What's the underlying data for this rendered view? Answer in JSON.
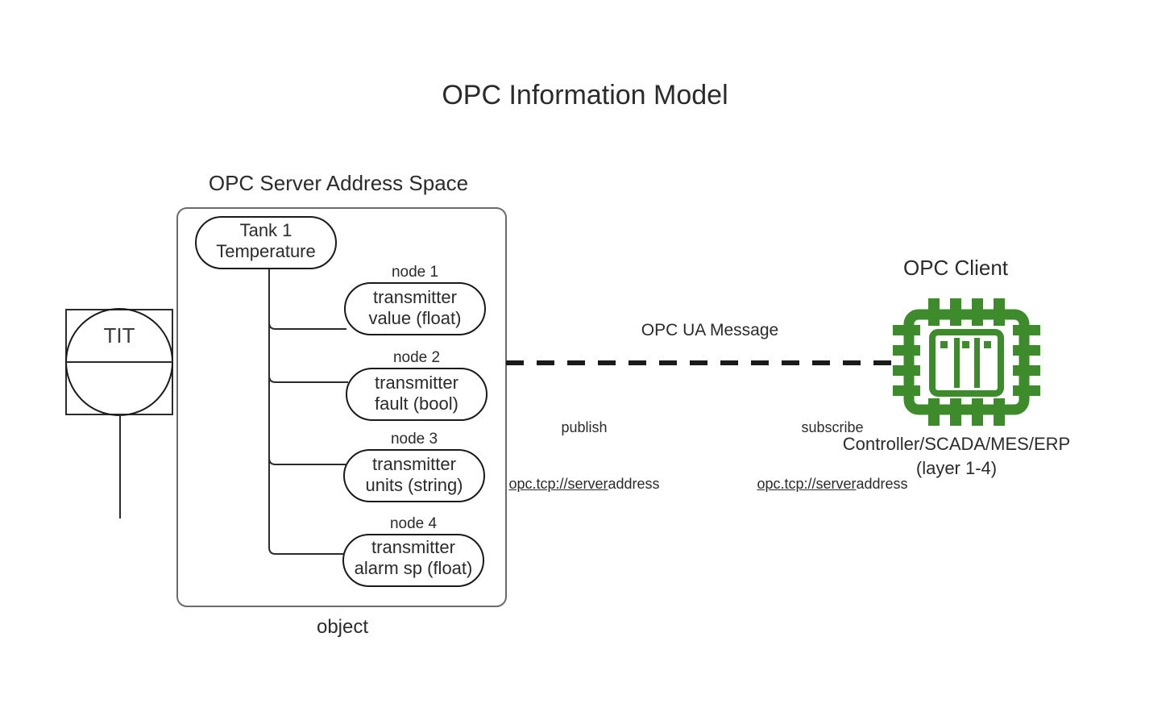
{
  "title": "OPC Information Model",
  "server": {
    "heading": "OPC Server Address Space",
    "caption": "object",
    "root_node": {
      "label": "Tank 1\nTemperature"
    },
    "nodes": [
      {
        "caption": "node 1",
        "label": "transmitter\nvalue (float)"
      },
      {
        "caption": "node 2",
        "label": "transmitter\nfault (bool)"
      },
      {
        "caption": "node 3",
        "label": "transmitter\nunits (string)"
      },
      {
        "caption": "node 4",
        "label": "transmitter\nalarm sp (float)"
      }
    ]
  },
  "instrument": {
    "tag": "TIT",
    "symbol": "discrete-instrument-field-mounted"
  },
  "link": {
    "message_label": "OPC UA Message",
    "publish": {
      "verb": "publish",
      "uri_underlined": "opc.tcp://server",
      "uri_plain": "address"
    },
    "subscribe": {
      "verb": "subscribe",
      "uri_underlined": "opc.tcp://server",
      "uri_plain": "address"
    }
  },
  "client": {
    "heading": "OPC Client",
    "caption": "Controller/SCADA/MES/ERP\n(layer 1-4)",
    "icon": "microchip-icon"
  },
  "colors": {
    "chip_green": "#3d8b2b",
    "stroke": "#2b2b2b",
    "text": "#2b2b2b",
    "background": "#ffffff"
  }
}
